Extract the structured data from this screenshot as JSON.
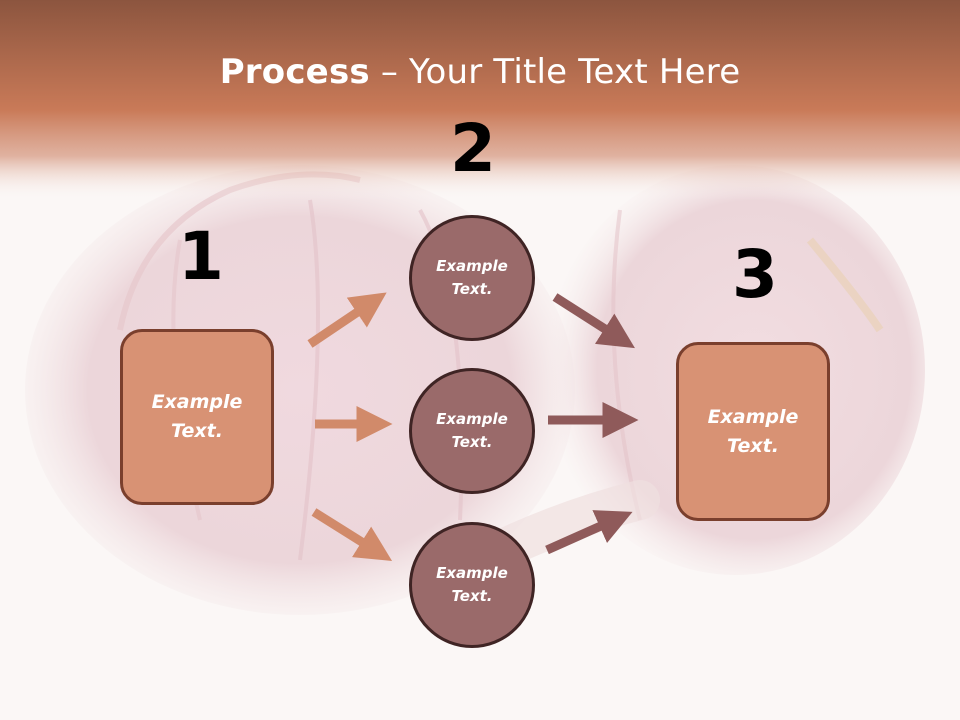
{
  "title": {
    "bold": "Process",
    "rest": " – Your Title Text Here"
  },
  "steps": [
    {
      "number": "1",
      "text": "Example\nText."
    },
    {
      "number": "2",
      "circles": [
        {
          "text": "Example\nText."
        },
        {
          "text": "Example\nText."
        },
        {
          "text": "Example\nText."
        }
      ]
    },
    {
      "number": "3",
      "text": "Example\nText."
    }
  ],
  "colors": {
    "header_top": "#8c553f",
    "header_mid": "#c97a58",
    "box_fill": "#d89274",
    "box_border": "#7a3f2d",
    "circle_fill": "#9a6a6a",
    "circle_border": "#3f2424",
    "arrow_left": "#d18a6a",
    "arrow_right": "#8f5a5a"
  },
  "background_image": "garlic-bulbs"
}
